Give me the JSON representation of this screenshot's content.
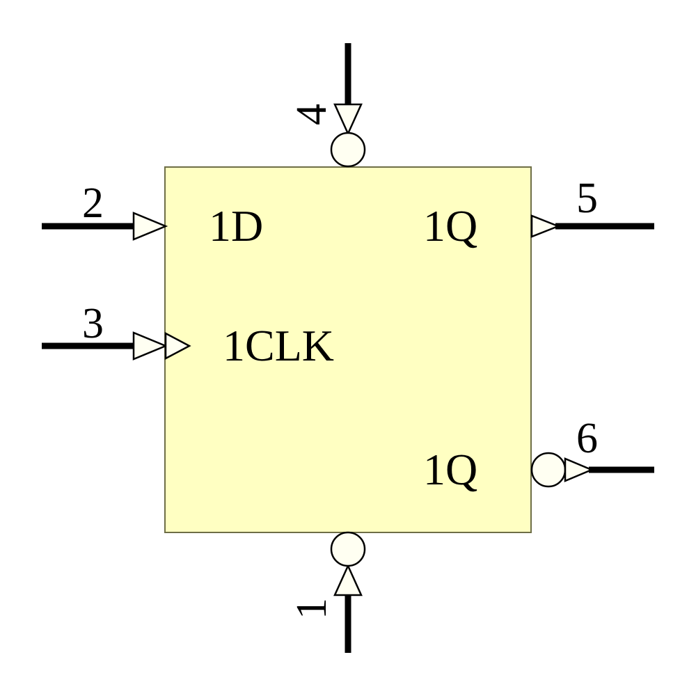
{
  "diagram": {
    "component": "D flip-flop schematic symbol",
    "colors": {
      "background": "#ffffff",
      "body_fill": "#ffffc2",
      "body_stroke": "#6e6e46",
      "wire": "#000000",
      "pin_shape_fill": "#fffff2",
      "pin_shape_stroke": "#000000",
      "text": "#000000"
    },
    "body": {
      "d_label": "1D",
      "clk_label": "1CLK",
      "q_label": "1Q",
      "q_inv_label": "1Q"
    },
    "pins": {
      "d": {
        "number": "2"
      },
      "clk": {
        "number": "3"
      },
      "preset": {
        "number": "4"
      },
      "clear": {
        "number": "1"
      },
      "q": {
        "number": "5"
      },
      "q_inv": {
        "number": "6"
      }
    }
  }
}
